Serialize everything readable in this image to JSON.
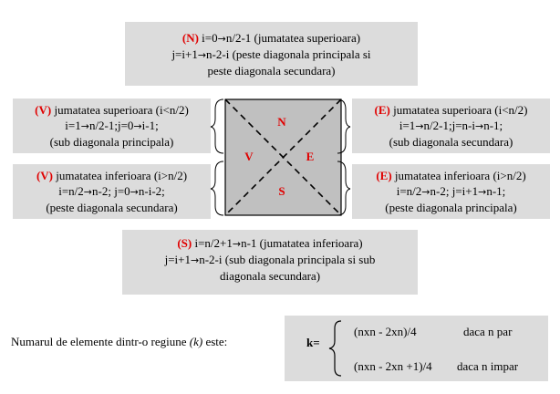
{
  "north": {
    "tag": "(N)",
    "line1_a": " i=0",
    "line1_b": "n/2-1 (jumatatea superioara)",
    "line2_a": "j=i+1",
    "line2_b": "n-2-i (peste diagonala principala si",
    "line3": "peste diagonala secundara)"
  },
  "west_upper": {
    "tag": "(V)",
    "line1": " jumatatea superioara (i<n/2)",
    "line2_a": "i=1",
    "line2_b": "n/2-1;j=0",
    "line2_c": "i-1;",
    "line3": "(sub diagonala principala)"
  },
  "west_lower": {
    "tag": "(V)",
    "line1": " jumatatea inferioara (i>n/2)",
    "line2_a": "i=n/2",
    "line2_b": "n-2; j=0",
    "line2_c": "n-i-2;",
    "line3": "(peste diagonala secundara)"
  },
  "east_upper": {
    "tag": "(E)",
    "line1": " jumatatea superioara (i<n/2)",
    "line2_a": "i=1",
    "line2_b": "n/2-1;j=n-i",
    "line2_c": "n-1;",
    "line3": "(sub diagonala secundara)"
  },
  "east_lower": {
    "tag": "(E)",
    "line1": " jumatatea inferioara (i>n/2)",
    "line2_a": "i=n/2",
    "line2_b": "n-2; j=i+1",
    "line2_c": "n-1;",
    "line3": "(peste diagonala principala)"
  },
  "south": {
    "tag": "(S)",
    "line1_a": " i=n/2+1",
    "line1_b": "n-1 (jumatatea inferioara)",
    "line2_a": "j=i+1",
    "line2_b": "n-2-i (sub diagonala principala si sub",
    "line3": "diagonala secundara)"
  },
  "matrix": {
    "fill": "#c0c0c0",
    "label_n": "N",
    "label_v": "V",
    "label_e": "E",
    "label_s": "S"
  },
  "arrow_glyph": "→",
  "formula": {
    "prefix": "Numarul de elemente dintr-o regiune ",
    "var": "(k)",
    "suffix": " este:",
    "k_label": "k=",
    "even_expr": "(nxn - 2xn)/4",
    "even_cond": "daca n par",
    "odd_expr": "(nxn - 2xn +1)/4",
    "odd_cond": "daca n impar"
  },
  "colors": {
    "region_tag": "#e00000",
    "box_bg": "#dcdcdc"
  }
}
